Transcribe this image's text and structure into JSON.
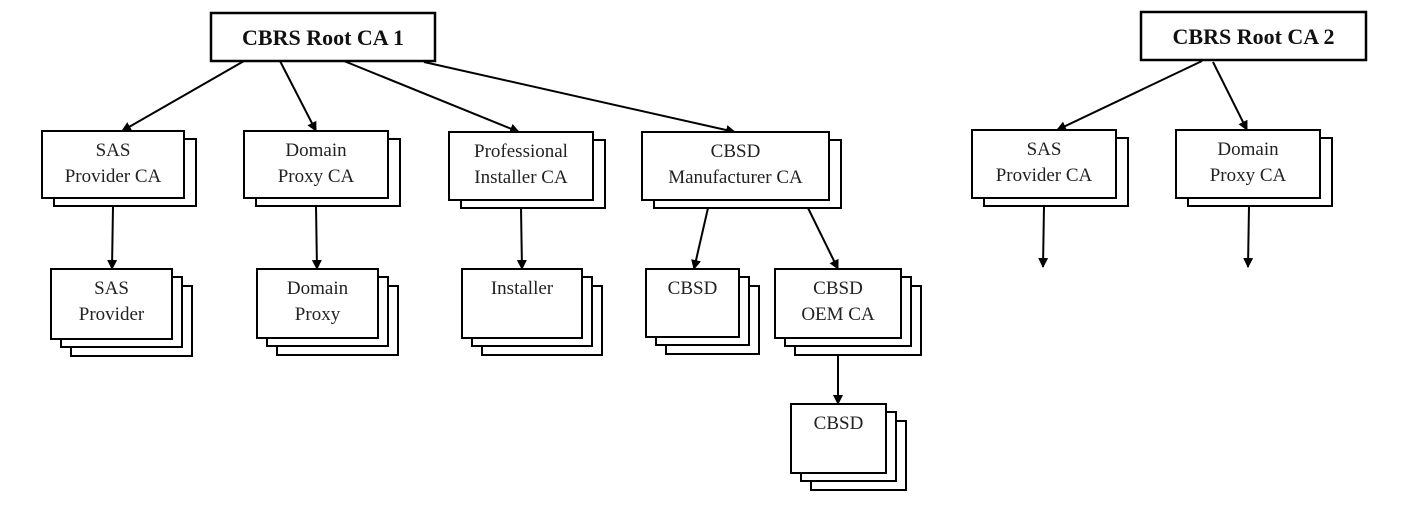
{
  "roots": [
    {
      "id": "root1",
      "label": "CBRS Root CA 1"
    },
    {
      "id": "root2",
      "label": "CBRS Root CA 2"
    }
  ],
  "nodes": [
    {
      "id": "sas-ca-1",
      "lines": [
        "SAS",
        "Provider CA"
      ],
      "stack": 2,
      "parent": "root1"
    },
    {
      "id": "dp-ca-1",
      "lines": [
        "Domain",
        "Proxy CA"
      ],
      "stack": 2,
      "parent": "root1"
    },
    {
      "id": "pi-ca-1",
      "lines": [
        "Professional",
        "Installer CA"
      ],
      "stack": 2,
      "parent": "root1"
    },
    {
      "id": "cbsd-mfr-ca-1",
      "lines": [
        "CBSD",
        "Manufacturer CA"
      ],
      "stack": 2,
      "parent": "root1"
    },
    {
      "id": "sas-provider",
      "lines": [
        "SAS",
        "Provider"
      ],
      "stack": 3,
      "parent": "sas-ca-1"
    },
    {
      "id": "domain-proxy",
      "lines": [
        "Domain",
        "Proxy"
      ],
      "stack": 3,
      "parent": "dp-ca-1"
    },
    {
      "id": "installer",
      "lines": [
        "Installer"
      ],
      "stack": 3,
      "parent": "pi-ca-1"
    },
    {
      "id": "cbsd-1",
      "lines": [
        "CBSD"
      ],
      "stack": 3,
      "parent": "cbsd-mfr-ca-1"
    },
    {
      "id": "cbsd-oem-ca",
      "lines": [
        "CBSD",
        "OEM CA"
      ],
      "stack": 3,
      "parent": "cbsd-mfr-ca-1"
    },
    {
      "id": "cbsd-2",
      "lines": [
        "CBSD"
      ],
      "stack": 3,
      "parent": "cbsd-oem-ca"
    },
    {
      "id": "sas-ca-2",
      "lines": [
        "SAS",
        "Provider CA"
      ],
      "stack": 2,
      "parent": "root2",
      "open_child_arrow": true
    },
    {
      "id": "dp-ca-2",
      "lines": [
        "Domain",
        "Proxy CA"
      ],
      "stack": 2,
      "parent": "root2",
      "open_child_arrow": true
    }
  ]
}
